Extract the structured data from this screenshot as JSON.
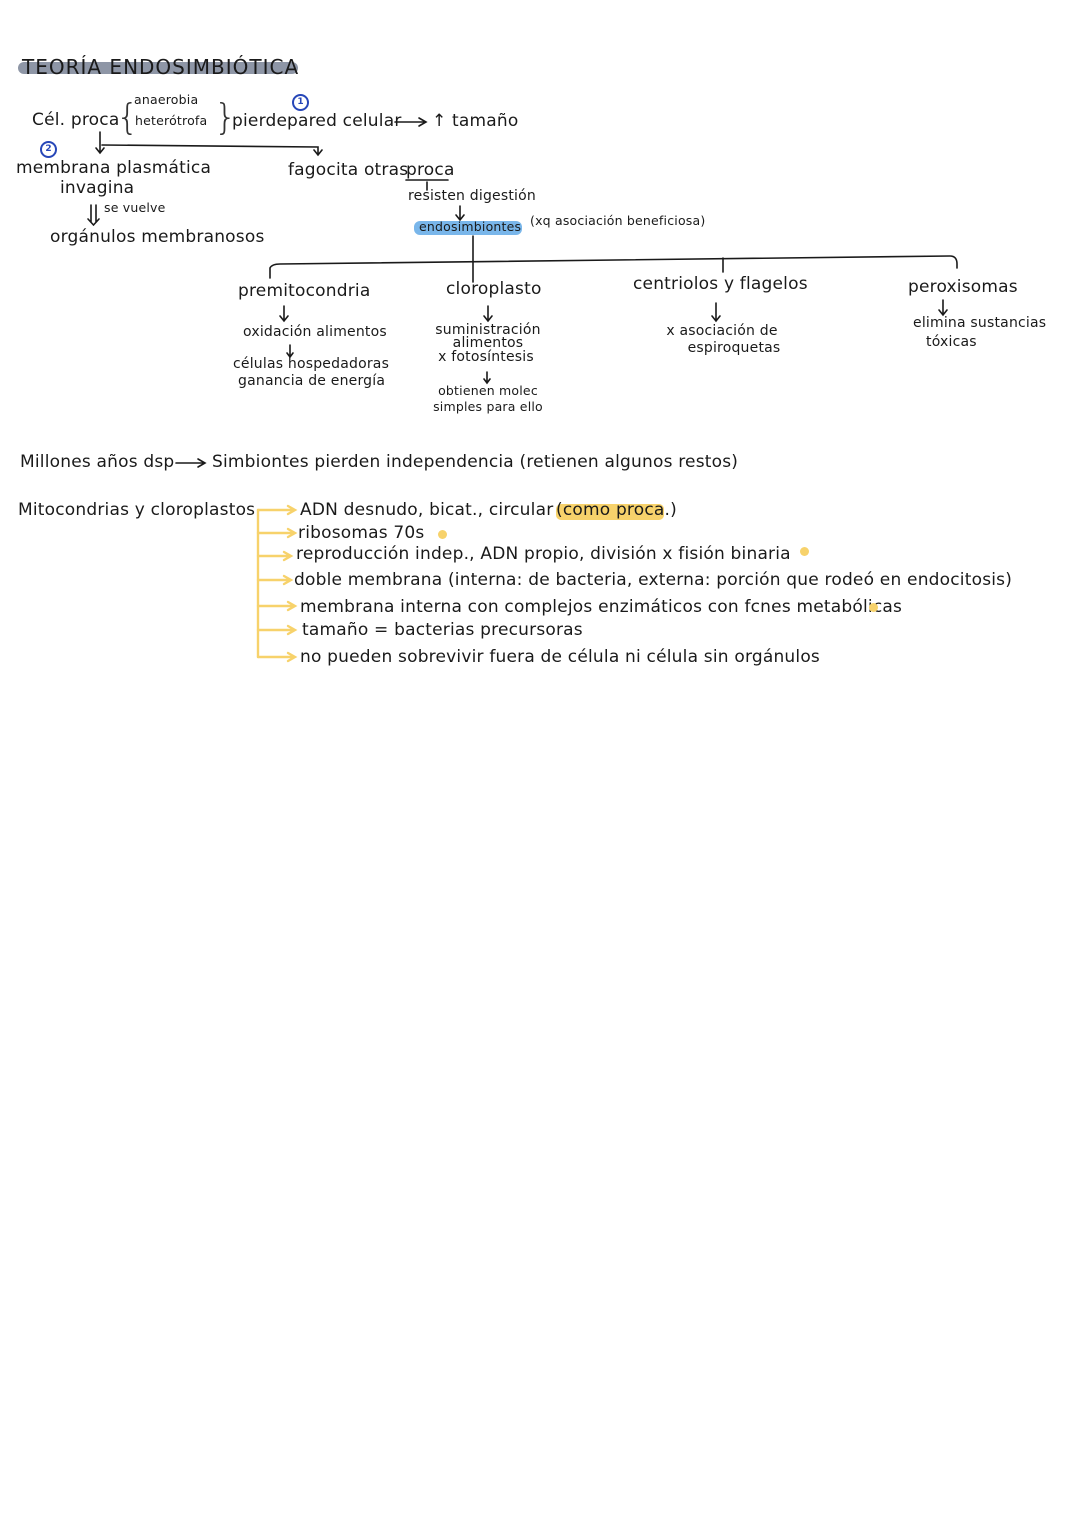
{
  "title": "TEORÍA ENDOSIMBIÓTICA",
  "header_line": {
    "cel_proca": "Cél. proca",
    "brace_top": "anaerobia",
    "brace_bottom": "heterótrofa",
    "pierde": "pierde",
    "marker_1": "1",
    "pared_celular": "pared celular",
    "result": "↑ tamaño"
  },
  "left_branch": {
    "marker_2": "2",
    "line1": "membrana plasmática",
    "line2": "invagina",
    "arrow_label": "se vuelve",
    "result": "orgánulos membranosos"
  },
  "right_branch": {
    "fagocita": "fagocita otras",
    "proca": "proca",
    "resisten": "resisten digestión",
    "endosimbiontes": "endosimbiontes",
    "reason": "(xq asociación beneficiosa)"
  },
  "organelles": [
    {
      "name": "premitocondria",
      "lines": [
        "oxidación alimentos",
        "células hospedadoras",
        "ganancia de energía"
      ]
    },
    {
      "name": "cloroplasto",
      "lines": [
        "suministración",
        "alimentos",
        "x fotosíntesis",
        "obtienen molec",
        "simples para ello"
      ]
    },
    {
      "name": "centriolos y flagelos",
      "lines": [
        "x asociación de",
        "espiroquetas"
      ]
    },
    {
      "name": "peroxisomas",
      "lines": [
        "elimina sustancias",
        "tóxicas"
      ]
    }
  ],
  "millones": {
    "left": "Millones años dsp",
    "right": "Simbiontes pierden independencia (retienen algunos restos)"
  },
  "evidence": {
    "label": "Mitocondrias y cloroplastos",
    "items": [
      {
        "text": "ADN desnudo, bicat., circular",
        "extra": "(como proca.)",
        "dot": false
      },
      {
        "text": "ribosomas 70s",
        "dot": true
      },
      {
        "text": "reproducción indep., ADN propio, división x fisión binaria",
        "dot": true
      },
      {
        "text": "doble membrana (interna: de bacteria, externa: porción que rodeó en endocitosis)",
        "dot": false
      },
      {
        "text": "membrana interna con complejos enzimáticos con fcnes metabólicas",
        "dot": true
      },
      {
        "text": "tamaño = bacterias precursoras",
        "dot": false
      },
      {
        "text": "no pueden sobrevivir fuera de célula ni célula sin orgánulos",
        "dot": false
      }
    ]
  },
  "colors": {
    "ink": "#1a1a1a",
    "title_highlight": "#8e96a6",
    "blue_highlight": "#79b6ea",
    "yellow_highlight": "#f7d26b",
    "number_marker": "#2747b8"
  }
}
